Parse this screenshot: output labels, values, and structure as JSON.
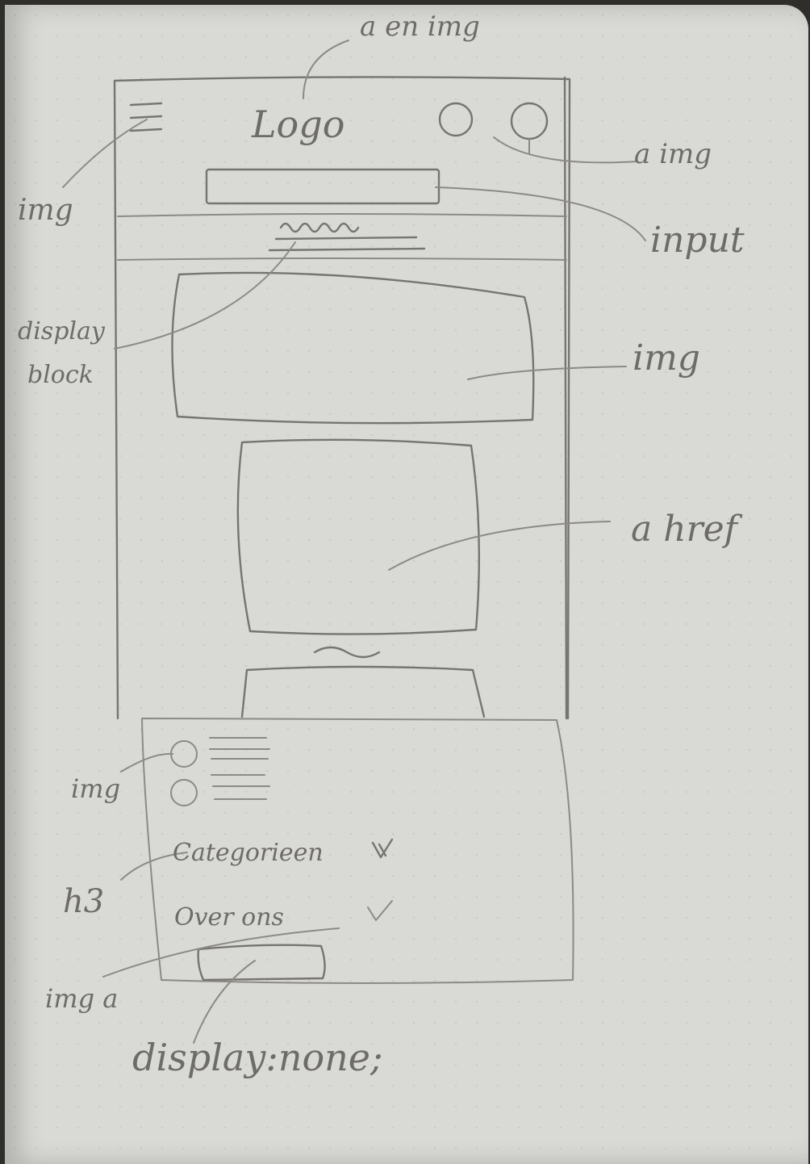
{
  "labels": {
    "top_annotation": "a en img",
    "logo": "Logo",
    "right_header": "a img",
    "left_header": "img",
    "input": "input",
    "display_block": [
      "display",
      "block"
    ],
    "hero_img": "img",
    "card_link": "a href",
    "footer_img": "img",
    "h3": "h3",
    "categories": "Categorieen",
    "about": "Over ons",
    "footer_link": "img a",
    "display_none": "display:none;"
  }
}
